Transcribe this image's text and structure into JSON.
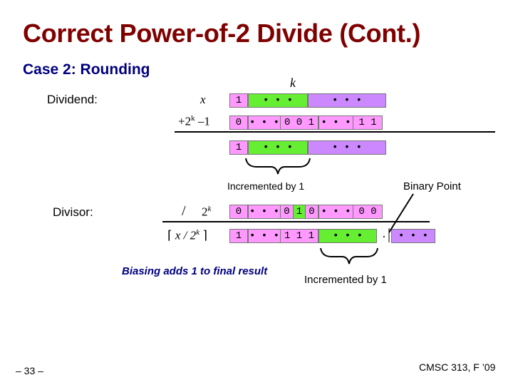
{
  "title": "Correct Power-of-2 Divide (Cont.)",
  "subtitle": "Case 2: Rounding",
  "k_label": "k",
  "dividend_label": "Dividend:",
  "divisor_label": "Divisor:",
  "x_label": "x",
  "plus_label": "+2",
  "plus_exp": "k",
  "plus_tail": " –1",
  "slash": "/",
  "two_k_base": "2",
  "two_k_exp": "k",
  "ceil_left": "⌈",
  "ceil_expr": " x / 2",
  "ceil_exp": "k",
  "ceil_right": " ⌉",
  "dots": "• • •",
  "incremented_1": "Incremented by 1",
  "binary_point": "Binary Point",
  "biasing": "Biasing adds 1 to final result",
  "incremented_2": "Incremented by 1",
  "page_number": "– 33 –",
  "course": "CMSC 313, F ’09",
  "bits": {
    "row1_first": "1",
    "row2_first": "0",
    "row2_mid": "0 0 1",
    "row2_end": "1 1",
    "row3_first": "1",
    "row4_first": "0",
    "row4_mid_a": "0",
    "row4_mid_b": "1",
    "row4_mid_c": "0",
    "row4_end": "0 0",
    "row5_first": "1",
    "row5_mid": "1 1 1",
    "binary_dot": "."
  }
}
